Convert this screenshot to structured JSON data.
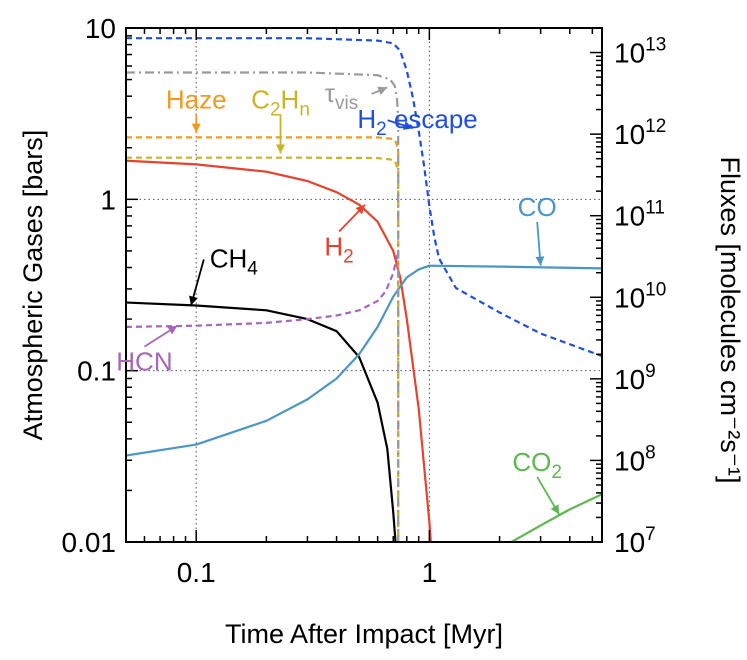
{
  "chart_data": {
    "type": "line",
    "xlabel": "Time After Impact [Myr]",
    "ylabel_left": "Atmospheric Gases [bars]",
    "ylabel_right": "Fluxes [molecules cm⁻²s⁻¹]",
    "xscale": "log",
    "yscale": "log",
    "xlim": [
      0.05,
      5.5
    ],
    "ylim_left": [
      0.01,
      10
    ],
    "ylim_right": [
      10000000.0,
      20000000000000.0
    ],
    "grid": "dotted at x = 0.1, 1 and y = 0.1, 1",
    "x_ticks": [
      {
        "value": 0.1,
        "label": "0.1"
      },
      {
        "value": 1,
        "label": "1"
      }
    ],
    "y_left_ticks": [
      {
        "value": 0.01,
        "label": "0.01"
      },
      {
        "value": 0.1,
        "label": "0.1"
      },
      {
        "value": 1,
        "label": "1"
      },
      {
        "value": 10,
        "label": "10"
      }
    ],
    "y_right_ticks": [
      {
        "value": 10000000.0,
        "base": "10",
        "exp": "7"
      },
      {
        "value": 100000000.0,
        "base": "10",
        "exp": "8"
      },
      {
        "value": 1000000000.0,
        "base": "10",
        "exp": "9"
      },
      {
        "value": 10000000000.0,
        "base": "10",
        "exp": "10"
      },
      {
        "value": 100000000000.0,
        "base": "10",
        "exp": "11"
      },
      {
        "value": 1000000000000.0,
        "base": "10",
        "exp": "12"
      },
      {
        "value": 10000000000000.0,
        "base": "10",
        "exp": "13"
      }
    ],
    "series": [
      {
        "name": "CH4",
        "axis": "left",
        "color": "#000000",
        "style": "solid",
        "x": [
          0.05,
          0.1,
          0.2,
          0.3,
          0.4,
          0.5,
          0.6,
          0.66,
          0.7,
          0.72
        ],
        "y": [
          0.25,
          0.24,
          0.225,
          0.2,
          0.17,
          0.12,
          0.065,
          0.035,
          0.015,
          0.009
        ]
      },
      {
        "name": "H2",
        "axis": "left",
        "color": "#e5432e",
        "style": "solid",
        "x": [
          0.05,
          0.1,
          0.2,
          0.3,
          0.4,
          0.5,
          0.6,
          0.7,
          0.75,
          0.8,
          0.9,
          1.0,
          1.02
        ],
        "y": [
          1.68,
          1.6,
          1.45,
          1.28,
          1.1,
          0.93,
          0.74,
          0.5,
          0.35,
          0.2,
          0.06,
          0.013,
          0.009
        ]
      },
      {
        "name": "CO",
        "axis": "left",
        "color": "#4b97c4",
        "style": "solid",
        "x": [
          0.05,
          0.1,
          0.2,
          0.3,
          0.4,
          0.5,
          0.6,
          0.7,
          0.8,
          0.9,
          1.0,
          2.0,
          5.5
        ],
        "y": [
          0.032,
          0.037,
          0.051,
          0.068,
          0.09,
          0.125,
          0.18,
          0.27,
          0.35,
          0.39,
          0.41,
          0.405,
          0.395
        ]
      },
      {
        "name": "HCN",
        "axis": "left",
        "color": "#a866b8",
        "style": "dashed",
        "x": [
          0.05,
          0.1,
          0.2,
          0.3,
          0.4,
          0.5,
          0.6,
          0.65,
          0.7,
          0.72,
          0.73,
          0.74
        ],
        "y": [
          0.18,
          0.183,
          0.19,
          0.2,
          0.21,
          0.225,
          0.255,
          0.29,
          0.37,
          0.44,
          0.48,
          0.47
        ]
      },
      {
        "name": "Haze",
        "axis": "left",
        "color": "#f39a1e",
        "style": "dashed",
        "x": [
          0.05,
          0.3,
          0.6,
          0.7,
          0.72,
          0.735,
          0.735
        ],
        "y": [
          2.3,
          2.3,
          2.3,
          2.25,
          2.15,
          1.9,
          0.01
        ]
      },
      {
        "name": "C2Hn",
        "axis": "left",
        "color": "#c9b523",
        "style": "dashed",
        "x": [
          0.05,
          0.3,
          0.6,
          0.7,
          0.72,
          0.735,
          0.735
        ],
        "y": [
          1.75,
          1.75,
          1.74,
          1.7,
          1.62,
          1.45,
          0.01
        ]
      },
      {
        "name": "tau_vis",
        "axis": "left",
        "color": "#9a9a9a",
        "style": "dashdot",
        "x": [
          0.05,
          0.3,
          0.6,
          0.68,
          0.71,
          0.725,
          0.735,
          0.735
        ],
        "y": [
          5.5,
          5.5,
          5.3,
          5.0,
          4.6,
          4.0,
          3.0,
          0.01
        ]
      },
      {
        "name": "H2 escape",
        "axis": "right",
        "color": "#1f4fe0",
        "style": "dashed",
        "x": [
          0.05,
          0.3,
          0.6,
          0.7,
          0.75,
          0.8,
          0.85,
          0.9,
          0.95,
          1.0,
          1.05,
          1.1,
          1.3,
          2.0,
          3.0,
          5.5
        ],
        "y": [
          15000000000000.0,
          15000000000000.0,
          14000000000000.0,
          13000000000000.0,
          10500000000000.0,
          6000000000000.0,
          2800000000000.0,
          1100000000000.0,
          400000000000.0,
          130000000000.0,
          55000000000.0,
          30000000000.0,
          13000000000.0,
          6500000000.0,
          3600000000.0,
          1900000000.0
        ]
      },
      {
        "name": "CO2",
        "axis": "left",
        "color": "#5cb84f",
        "style": "solid",
        "x": [
          2.25,
          3.0,
          4.0,
          5.5
        ],
        "y": [
          0.01,
          0.0125,
          0.0155,
          0.019
        ]
      }
    ],
    "annotations": [
      {
        "id": "haze",
        "label": "Haze",
        "color": "#f39a1e",
        "label_x": 0.1,
        "label_y": 3.4,
        "arrow_to_x": 0.1,
        "arrow_to_y": 2.45
      },
      {
        "id": "c2hn",
        "label": "C",
        "sub1": "2",
        "mid": "H",
        "sub2": "n",
        "color": "#c9b523",
        "label_x": 0.23,
        "label_y": 3.4,
        "arrow_to_x": 0.23,
        "arrow_to_y": 1.85
      },
      {
        "id": "tau",
        "label": "τ",
        "sub1": "vis",
        "color": "#9a9a9a",
        "label_x": 0.42,
        "label_y": 3.7,
        "arrow_to_x": 0.66,
        "arrow_to_y": 4.5
      },
      {
        "id": "h2esc",
        "label": "H",
        "sub1": "2",
        "mid": " escape",
        "color": "#1f4fe0",
        "label_x": 0.89,
        "label_y": 2.6,
        "arrow_to_x": 0.85,
        "arrow_to_y": 2.6
      },
      {
        "id": "co",
        "label": "CO",
        "color": "#4b97c4",
        "label_x": 2.9,
        "label_y": 0.8,
        "arrow_to_x": 3.0,
        "arrow_to_y": 0.41
      },
      {
        "id": "h2",
        "label": "H",
        "sub1": "2",
        "color": "#e5432e",
        "label_x": 0.41,
        "label_y": 0.47,
        "arrow_to_x": 0.53,
        "arrow_to_y": 0.93
      },
      {
        "id": "ch4",
        "label": "CH",
        "sub1": "4",
        "color": "#000000",
        "label_x": 0.145,
        "label_y": 0.4,
        "arrow_to_x": 0.095,
        "arrow_to_y": 0.24
      },
      {
        "id": "hcn",
        "label": "HCN",
        "color": "#a866b8",
        "label_x": 0.06,
        "label_y": 0.1,
        "arrow_to_x": 0.083,
        "arrow_to_y": 0.183
      },
      {
        "id": "co2",
        "label": "CO",
        "sub1": "2",
        "color": "#5cb84f",
        "label_x": 2.9,
        "label_y": 0.026,
        "arrow_to_x": 3.6,
        "arrow_to_y": 0.0145
      }
    ]
  }
}
